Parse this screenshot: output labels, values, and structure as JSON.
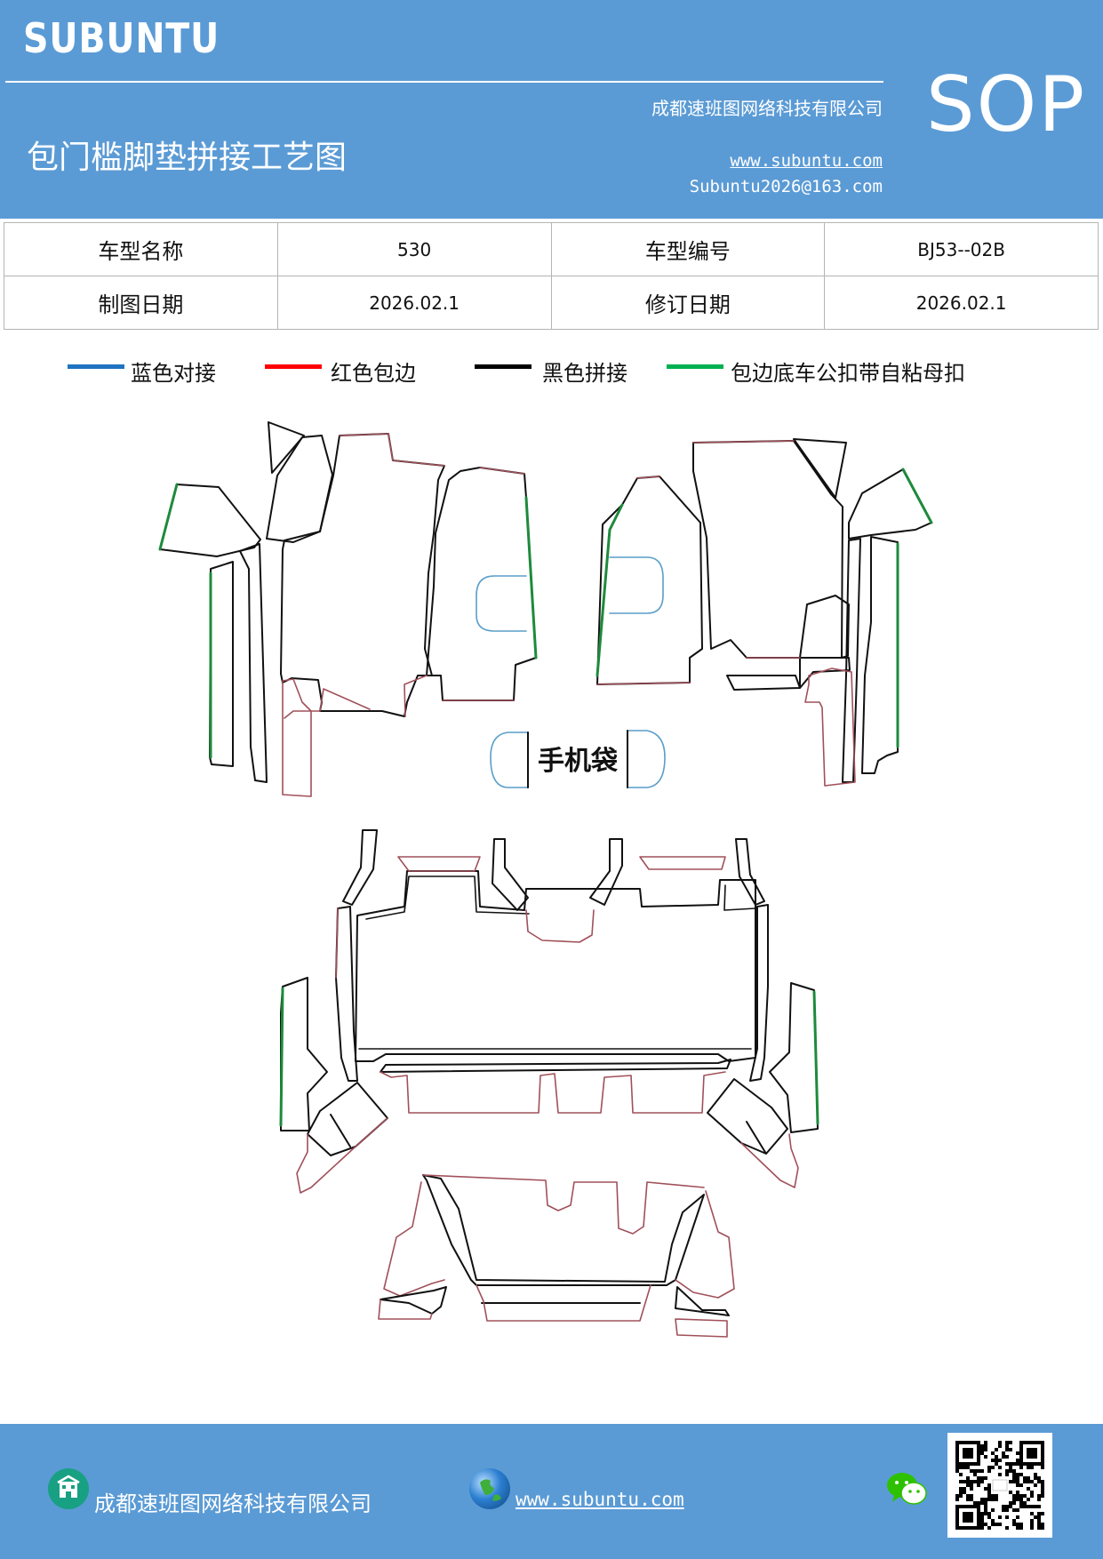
{
  "header": {
    "logo": "SUBUNTU",
    "sop": "SOP",
    "company": "成都速班图网络科技有限公司",
    "title": "包门槛脚垫拼接工艺图",
    "website": "www.subuntu.com",
    "email": "Subuntu2026@163.com"
  },
  "info": {
    "model_name_label": "车型名称",
    "model_name_value": "530",
    "model_code_label": "车型编号",
    "model_code_value": "BJ53--02B",
    "draw_date_label": "制图日期",
    "draw_date_value": "2026.02.1",
    "revise_date_label": "修订日期",
    "revise_date_value": "2026.02.1"
  },
  "legend": [
    {
      "label": "蓝色对接",
      "color": "#1f73c0"
    },
    {
      "label": "红色包边",
      "color": "#ff0000"
    },
    {
      "label": "黑色拼接",
      "color": "#000000"
    },
    {
      "label": "包边底车公扣带自粘母扣",
      "color": "#00b050"
    }
  ],
  "diagram": {
    "phone_bag_label": "手机袋",
    "colors": {
      "outline": "#111111",
      "edge_red": "#a0505a",
      "edge_blue": "#5a9ec8",
      "edge_green": "#1e8a3c"
    }
  },
  "footer": {
    "company": "成都速班图网络科技有限公司",
    "website": "www.subuntu.com",
    "icons": [
      "building-icon",
      "globe-icon",
      "wechat-icon",
      "qr-code"
    ]
  }
}
